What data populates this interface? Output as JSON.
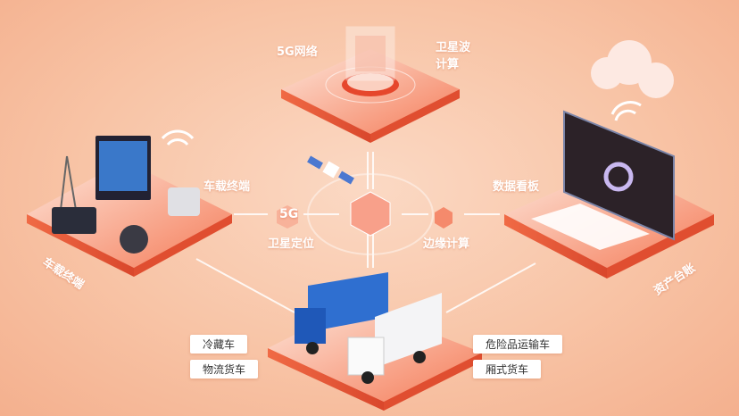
{
  "labels": {
    "network_5g": "5G网络",
    "satellite_compute_1": "卫星波",
    "satellite_compute_2": "计算",
    "vehicle_terminal_top": "车载终端",
    "vehicle_terminal_platform": "车载终端",
    "satellite_positioning": "卫星定位",
    "edge_computing": "边缘计算",
    "data_dashboard": "数据看板",
    "asset_ledger": "资产台账",
    "badge_5g": "5G"
  },
  "vehicle_tags": {
    "left": [
      "冷藏车",
      "物流货车"
    ],
    "right": [
      "危险品运输车",
      "厢式货车"
    ]
  },
  "colors": {
    "accent": "#ef5a3a",
    "platform": "#f7734f",
    "truck_blue": "#2f6fd0"
  }
}
